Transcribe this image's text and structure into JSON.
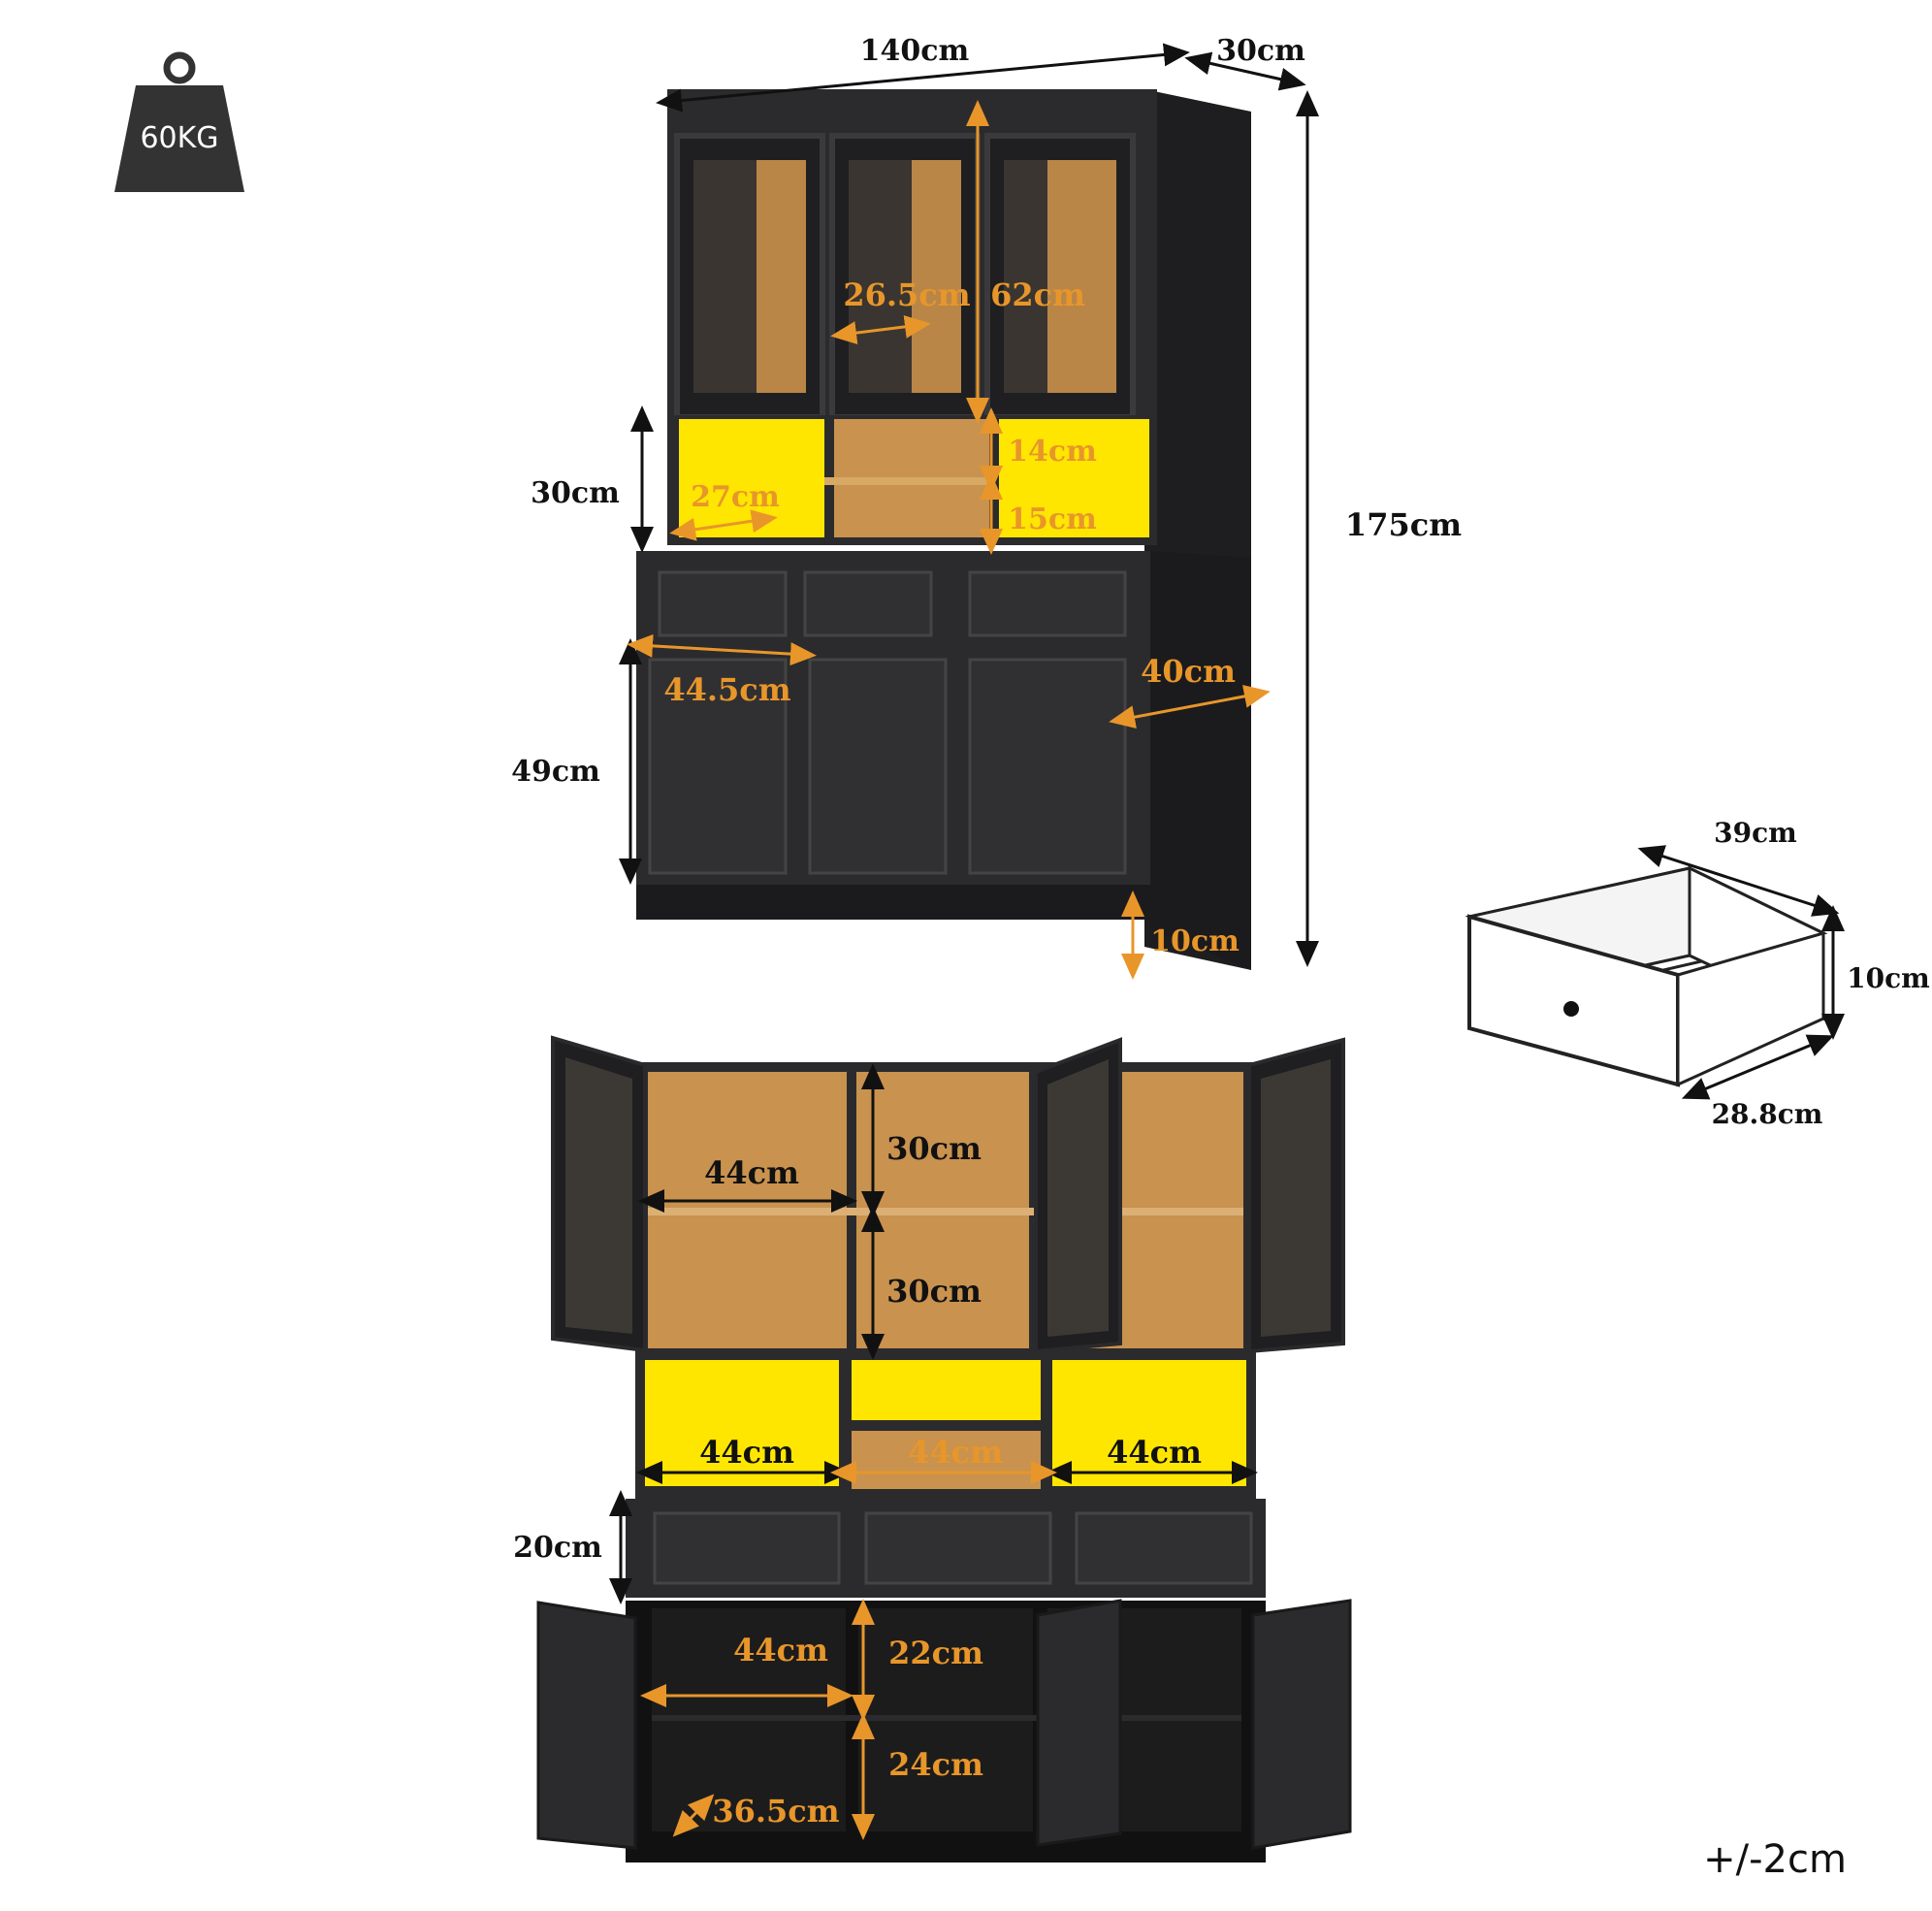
{
  "weight": {
    "label": "60KG",
    "icon": "weight-icon"
  },
  "tolerance": "+/-2cm",
  "colors": {
    "cabinet": "#2b2b2d",
    "wood": "#c9924e",
    "led": "#ffe600",
    "dim_orange": "#e8962a",
    "dim_black": "#111111"
  },
  "front_view": {
    "width": "140cm",
    "depth": "30cm",
    "height": "175cm",
    "top_inner_width": "26.5cm",
    "top_height": "62cm",
    "open_height": "30cm",
    "open_depth": "27cm",
    "open_upper": "14cm",
    "open_lower": "15cm",
    "base_depth": "40cm",
    "door_width": "44.5cm",
    "base_height": "49cm",
    "leg_height": "10cm"
  },
  "drawer": {
    "width": "39cm",
    "height": "10cm",
    "depth": "28.8cm"
  },
  "open_view": {
    "shelf_width": "44cm",
    "shelf_upper": "30cm",
    "shelf_lower": "30cm",
    "led_left": "44cm",
    "led_mid": "44cm",
    "led_right": "44cm",
    "drawer_height": "20cm",
    "base_width": "44cm",
    "base_upper": "22cm",
    "base_lower": "24cm",
    "base_depth": "36.5cm"
  }
}
